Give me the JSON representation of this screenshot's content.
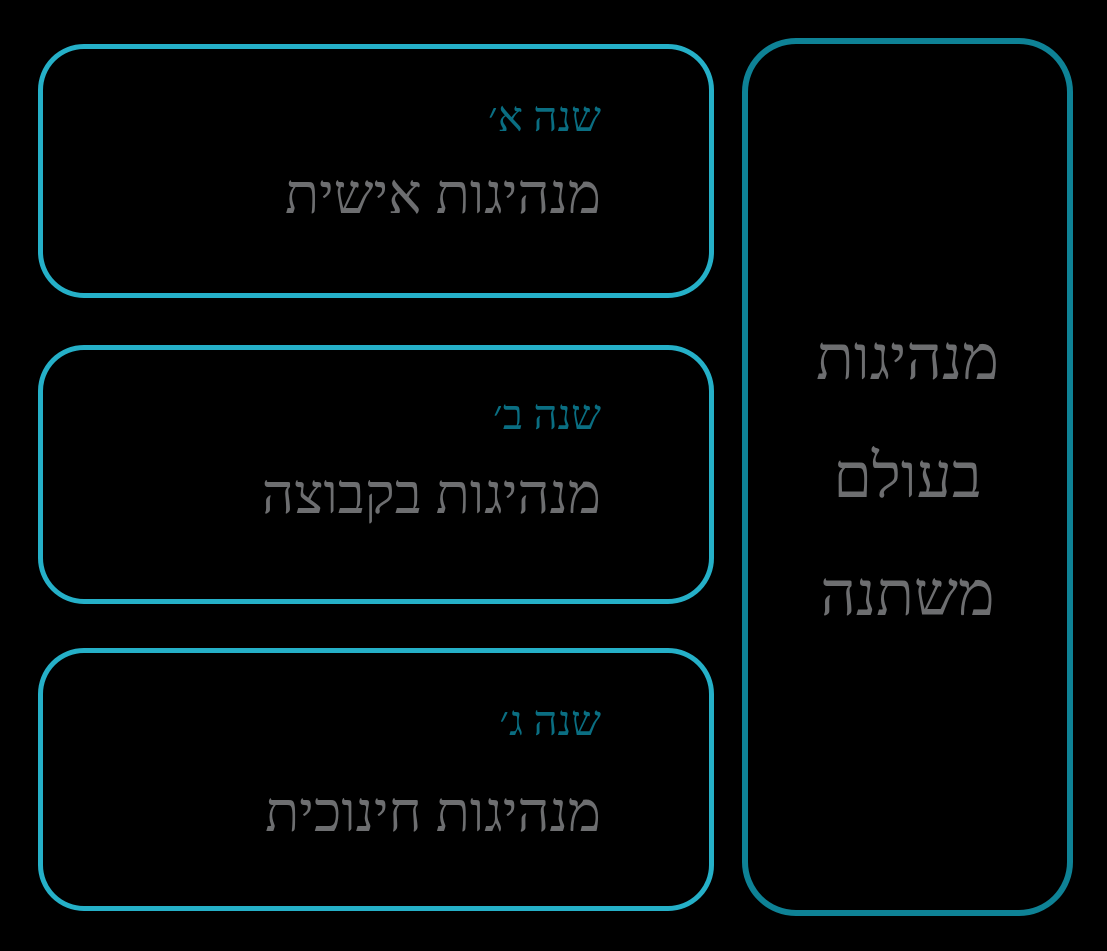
{
  "diagram": {
    "title": "מנהיגות בעולם משתנה",
    "accent_light": "#25B0C8",
    "accent_dark": "#0E8296",
    "label_color": "#0A6E82",
    "text_color": "#6D6E70",
    "background": "#000000"
  },
  "program": {
    "lines": [
      {
        "text": "מנהיגות"
      },
      {
        "text": "בעולם"
      },
      {
        "text": "משתנה"
      }
    ]
  },
  "years": [
    {
      "label": "שנה א׳",
      "topic": "מנהיגות אישית"
    },
    {
      "label": "שנה ב׳",
      "topic": "מנהיגות בקבוצה"
    },
    {
      "label": "שנה ג׳",
      "topic": "מנהיגות חינוכית"
    }
  ]
}
